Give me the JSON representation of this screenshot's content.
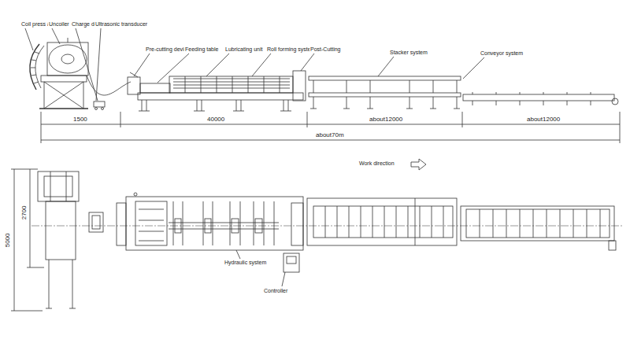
{
  "diagram": {
    "labels": [
      "Coil press arm",
      "Uncoiler",
      "Charge dolly",
      "Ultrasonic transducer",
      "Pre-cutting device",
      "Feeding table",
      "Lubricating unit",
      "Roll forming system",
      "Post-Cutting",
      "Stacker system",
      "Conveyor system",
      "1500",
      "40000",
      "about12000",
      "about12000",
      "about70m",
      "Work direction",
      "2700",
      "5000",
      "Hydraulic system",
      "Controller"
    ]
  }
}
